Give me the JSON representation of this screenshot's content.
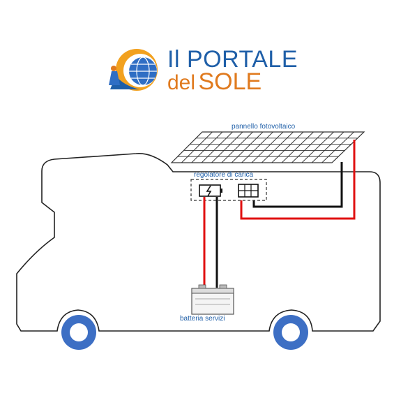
{
  "logo": {
    "line1": "Il PORTALE",
    "line2_a": "del",
    "line2_b": "SOLE"
  },
  "labels": {
    "panel": "pannello fotovoltaico",
    "regulator": "regolatore di carica",
    "battery": "batteria servizi"
  },
  "icons": [
    "logo-sun-globe-icon",
    "charge-controller-icon",
    "solar-panel-icon",
    "battery-icon",
    "wheel-icon"
  ],
  "colors": {
    "brand_blue": "#1f5fa8",
    "brand_orange": "#e07a1e",
    "wire_positive": "#e01010",
    "wire_negative": "#111111",
    "wheel": "#3d6fc4"
  }
}
